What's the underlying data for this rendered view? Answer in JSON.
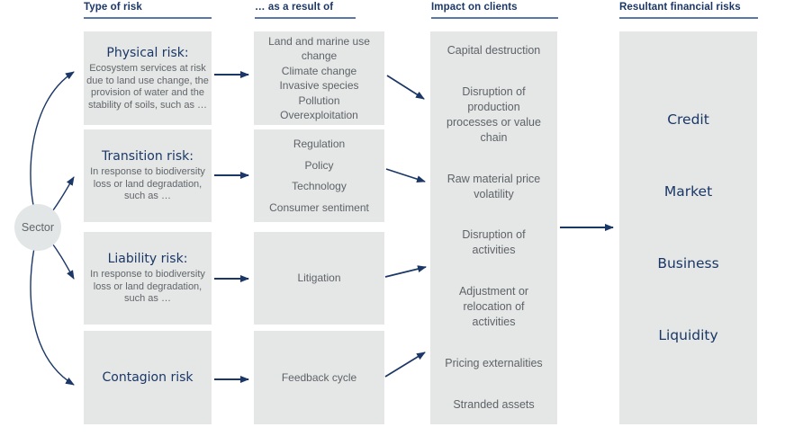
{
  "headers": [
    "Type of risk",
    "… as a result of",
    "Impact on clients",
    "Resultant financial risks"
  ],
  "sector_label": "Sector",
  "risk_types": [
    {
      "title": "Physical risk:",
      "description": "Ecosystem services at risk due to land use change, the provision of water and the stability of soils, such as …",
      "causes": [
        "Land and marine use change",
        "Climate change",
        "Invasive species",
        "Pollution",
        "Overexploitation"
      ]
    },
    {
      "title": "Transition risk:",
      "description": "In response to biodiversity loss or land degradation, such as …",
      "causes": [
        "Regulation",
        "Policy",
        "Technology",
        "Consumer sentiment"
      ]
    },
    {
      "title": "Liability risk:",
      "description": "In response to biodiversity loss or land degradation, such as …",
      "causes": [
        "Litigation"
      ]
    },
    {
      "title": "Contagion risk",
      "description": "",
      "causes": [
        "Feedback cycle"
      ]
    }
  ],
  "impacts": [
    "Capital destruction",
    "Disruption of production processes or value chain",
    "Raw material price volatility",
    "Disruption of activities",
    "Adjustment or relocation of activities",
    "Pricing externalities",
    "Stranded assets"
  ],
  "financial_risks": [
    "Credit",
    "Market",
    "Business",
    "Liquidity"
  ],
  "colors": {
    "navy": "#1b3767",
    "text_gray": "#63666a",
    "box_bg": "#e4e7e6",
    "underline": "#5b76a8"
  }
}
